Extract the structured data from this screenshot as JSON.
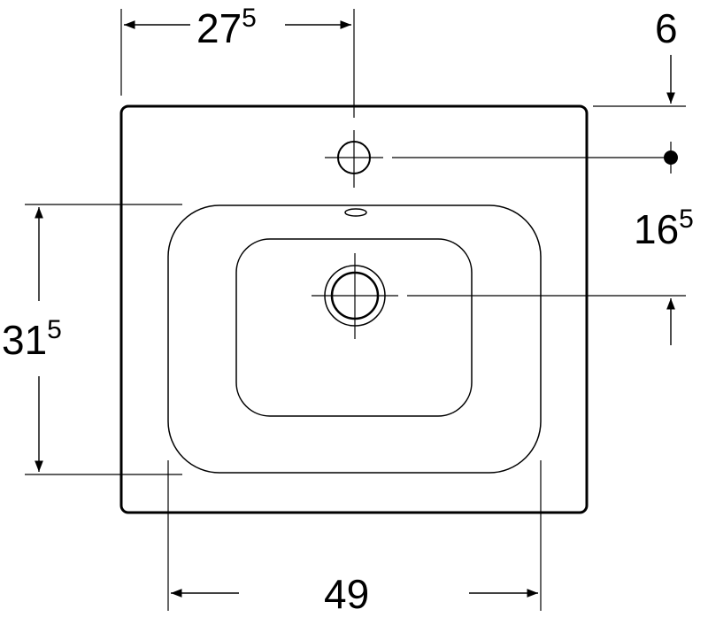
{
  "dimensions": {
    "tap_offset": {
      "main": "27",
      "sup": "5"
    },
    "back_to_tap": {
      "main": "6",
      "sup": ""
    },
    "tap_to_drain": {
      "main": "16",
      "sup": "5"
    },
    "bowl_depth": {
      "main": "31",
      "sup": "5"
    },
    "bowl_width": {
      "main": "49",
      "sup": ""
    }
  },
  "colors": {
    "line": "#000000",
    "background": "#ffffff"
  }
}
